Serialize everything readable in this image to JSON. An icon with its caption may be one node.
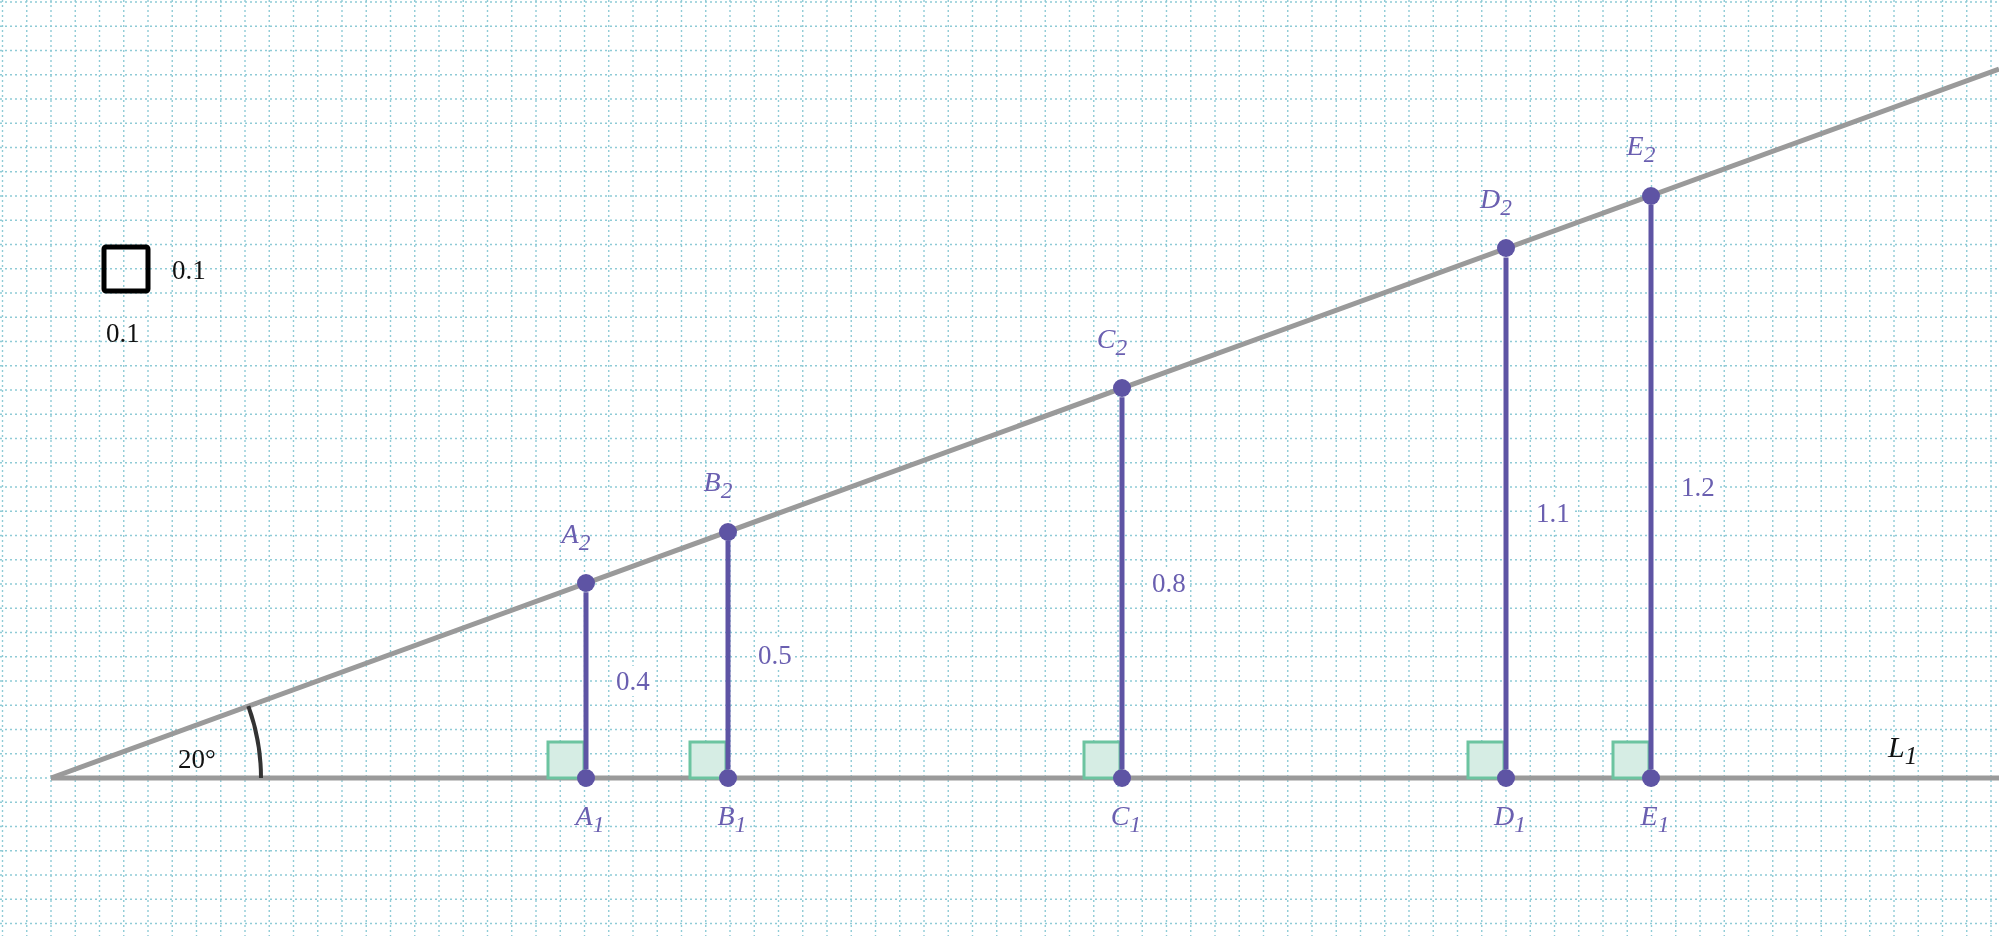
{
  "diagram": {
    "nodes": [
      {
        "text": [
          "A$_{1}$"
        ]
      },
      {
        "text": [
          "A$_{2}$"
        ]
      },
      {
        "text": [
          "B$_{1}$"
        ]
      },
      {
        "text": [
          "B$_{2}$"
        ]
      },
      {
        "text": [
          "C$_{1}$"
        ]
      },
      {
        "text": [
          "C$_{2}$"
        ]
      },
      {
        "text": [
          "D$_{1}$"
        ]
      },
      {
        "text": [
          "D$_{2}$"
        ]
      },
      {
        "text": [
          "E$_{1}$"
        ]
      },
      {
        "text": [
          "E$_{2}$"
        ]
      }
    ],
    "edges": [
      {
        "from": 0,
        "to": 1,
        "arrow": "none",
        "label": "0.4"
      },
      {
        "from": 2,
        "to": 3,
        "arrow": "none",
        "label": "0.5"
      },
      {
        "from": 4,
        "to": 5,
        "arrow": "none",
        "label": "0.8"
      },
      {
        "from": 6,
        "to": 7,
        "arrow": "none",
        "label": "1.1"
      },
      {
        "from": 8,
        "to": 9,
        "arrow": "none",
        "label": "1.2"
      }
    ],
    "labels": [
      "0.1",
      "0.1",
      "20°",
      "L$_{1}$"
    ]
  }
}
